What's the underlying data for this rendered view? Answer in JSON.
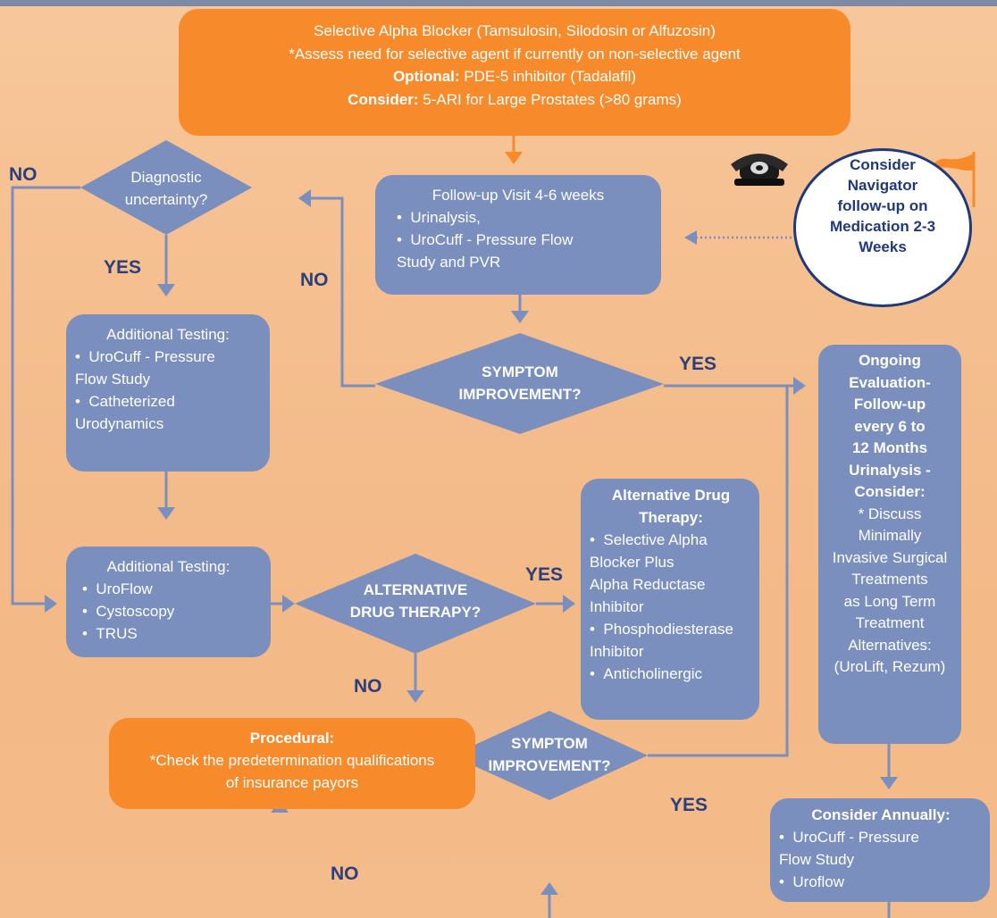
{
  "top_box": {
    "line1": "Selective Alpha Blocker (Tamsulosin, Silodosin or Alfuzosin)",
    "line2": "*Assess need for selective agent if currently on non-selective agent",
    "optional_label": "Optional:",
    "optional_text": " PDE-5 inhibitor (Tadalafil)",
    "consider_label": "Consider:",
    "consider_text": " 5-ARI for Large Prostates (>80 grams)"
  },
  "diagnostic": {
    "line1": "Diagnostic",
    "line2": "uncertainty?"
  },
  "followup": {
    "title": "Follow-up Visit 4-6 weeks",
    "item1": "Urinalysis,",
    "item2": "UroCuff - Pressure Flow",
    "item2b": "Study and PVR"
  },
  "navigator": {
    "line1": "Consider",
    "line2": "Navigator",
    "line3": "follow-up on",
    "line4": "Medication 2-3",
    "line5": "Weeks"
  },
  "testing1": {
    "title": "Additional Testing:",
    "item1": "UroCuff - Pressure",
    "item1b": "Flow Study",
    "item2": "Catheterized",
    "item2b": "Urodynamics"
  },
  "symptom1": {
    "line1": "SYMPTOM",
    "line2": "IMPROVEMENT?"
  },
  "ongoing": {
    "l1": "Ongoing",
    "l2": "Evaluation-",
    "l3": "Follow-up",
    "l4": "every 6 to",
    "l5": "12 Months",
    "l6": "Urinalysis -",
    "l7": "Consider:",
    "l8": "* Discuss",
    "l9": "Minimally",
    "l10": "Invasive Surgical",
    "l11": "Treatments",
    "l12": "as Long Term",
    "l13": "Treatment",
    "l14": "Alternatives:",
    "l15": "(UroLift, Rezum)"
  },
  "altdrug_box": {
    "title1": "Alternative Drug",
    "title2": "Therapy:",
    "item1": "Selective Alpha",
    "item1b": "Blocker Plus",
    "item1c": "Alpha Reductase",
    "item1d": "Inhibitor",
    "item2": "Phosphodiesterase",
    "item2b": "Inhibitor",
    "item3": "Anticholinergic"
  },
  "testing2": {
    "title": "Additional Testing:",
    "item1": "UroFlow",
    "item2": "Cystoscopy",
    "item3": "TRUS"
  },
  "altdrug_diamond": {
    "line1": "ALTERNATIVE",
    "line2": "DRUG THERAPY?"
  },
  "procedural": {
    "title": "Procedural:",
    "line1": "*Check the predetermination qualifications",
    "line2": "of insurance payors"
  },
  "symptom2": {
    "line1": "SYMPTOM",
    "line2": "IMPROVEMENT?"
  },
  "annual": {
    "title": "Consider Annually:",
    "item1": "UroCuff - Pressure",
    "item1b": "Flow Study",
    "item2": "Uroflow"
  },
  "labels": {
    "no_left": "NO",
    "yes_diag": "YES",
    "no_mid": "NO",
    "yes_symptom1": "YES",
    "yes_altdrug": "YES",
    "no_altdrug": "NO",
    "yes_symptom2": "YES",
    "no_symptom2": "NO"
  },
  "colors": {
    "blue": "#7a8fbe",
    "orange": "#f78a2a",
    "label_navy": "#2b3f7c",
    "arrow": "#7a8fbe",
    "arrow_orange": "#f78a2a"
  }
}
